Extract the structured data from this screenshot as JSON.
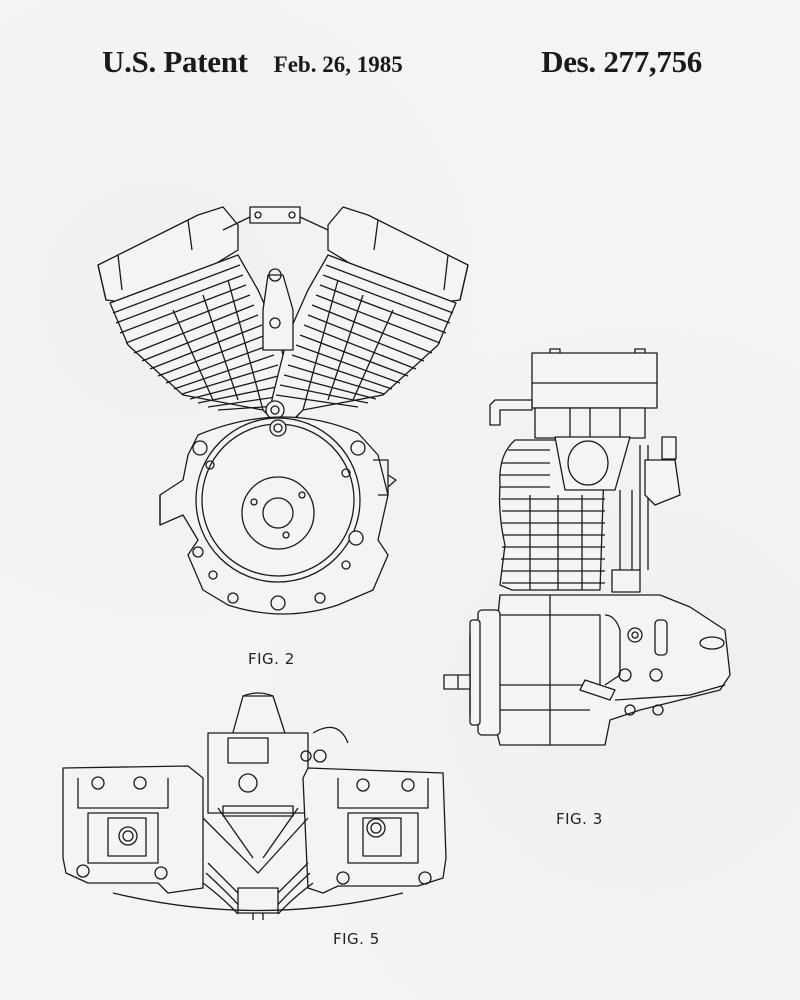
{
  "document": {
    "type": "patent-drawing-sheet",
    "header": {
      "patent_label": "U.S. Patent",
      "date": "Feb. 26, 1985",
      "patent_number": "Des. 277,756"
    },
    "figures": [
      {
        "id": "fig2",
        "label": "FIG. 2",
        "depicts": "V-twin engine front view"
      },
      {
        "id": "fig3",
        "label": "FIG. 3",
        "depicts": "engine side view"
      },
      {
        "id": "fig5",
        "label": "FIG. 5",
        "depicts": "engine top view"
      }
    ],
    "colors": {
      "background": "#f4f4f4",
      "ink": "#1a1a1a"
    }
  }
}
